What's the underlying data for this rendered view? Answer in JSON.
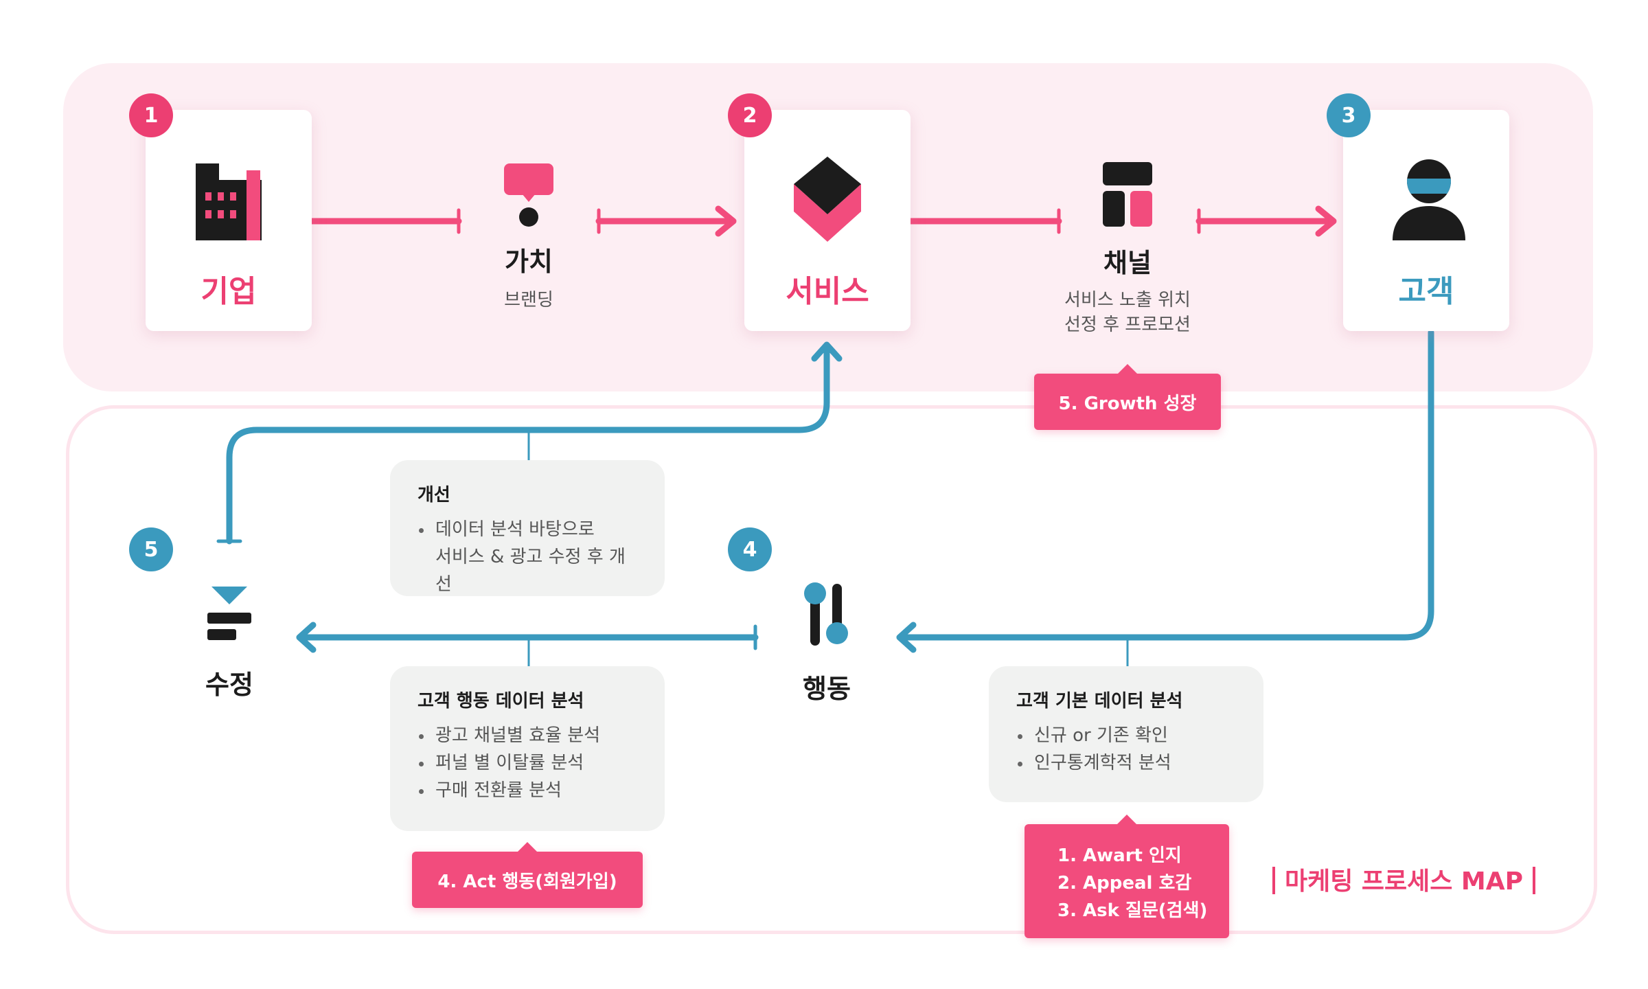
{
  "title": "마케팅 프로세스 MAP",
  "colors": {
    "pink": "#f24c7d",
    "blue": "#3b9abe",
    "dark": "#1c1c1c"
  },
  "steps": {
    "company": {
      "badge": "1",
      "label": "기업",
      "icon": "building-icon"
    },
    "service": {
      "badge": "2",
      "label": "서비스",
      "icon": "cube-icon"
    },
    "customer": {
      "badge": "3",
      "label": "고객",
      "icon": "person-icon"
    },
    "action": {
      "badge": "4",
      "label": "행동",
      "icon": "sliders-icon"
    },
    "edit": {
      "badge": "5",
      "label": "수정",
      "icon": "funnel-icon"
    }
  },
  "nodes": {
    "value": {
      "label": "가치",
      "sub": "브랜딩",
      "icon": "speech-bubble-icon"
    },
    "channel": {
      "label": "채널",
      "sub_lines": [
        "서비스 노출 위치",
        "선정 후 프로모션"
      ],
      "icon": "layout-icon"
    }
  },
  "notes": {
    "improve": {
      "title": "개선",
      "items": [
        "데이터 분석 바탕으로",
        "서비스 & 광고 수정 후 개선"
      ]
    },
    "behavior": {
      "title": "고객 행동 데이터 분석",
      "items": [
        "광고 채널별 효율 분석",
        "퍼널 별 이탈률 분석",
        "구매 전환률 분석"
      ]
    },
    "basic": {
      "title": "고객 기본 데이터 분석",
      "items": [
        "신규 or 기존 확인",
        "인구통계학적 분석"
      ]
    }
  },
  "tags": {
    "growth": "5. Growth 성장",
    "act": "4. Act 행동(회원가입)",
    "awareness": [
      "1. Awart 인지",
      "2. Appeal 호감",
      "3. Ask 질문(검색)"
    ]
  }
}
